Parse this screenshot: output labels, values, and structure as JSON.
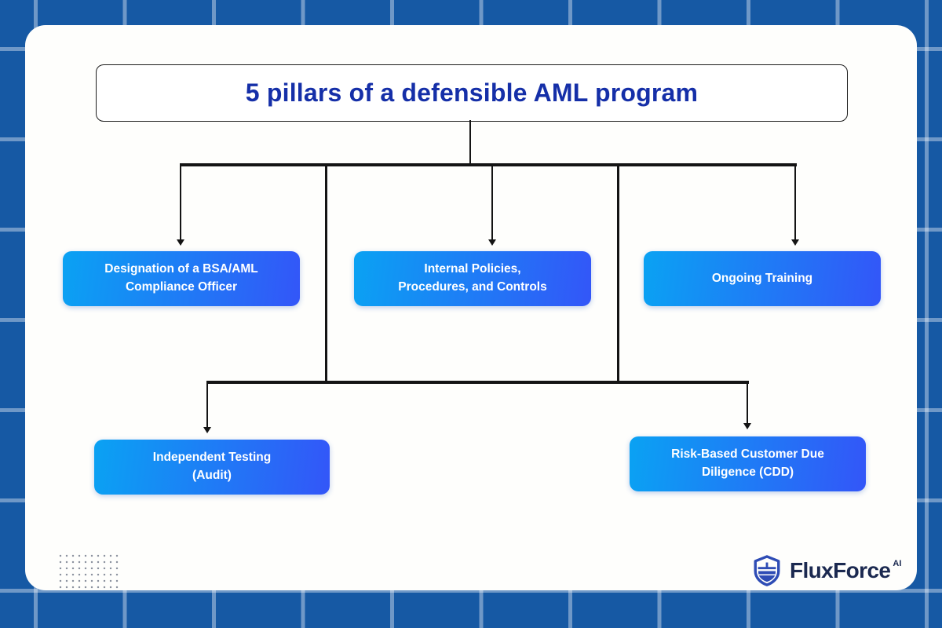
{
  "diagram": {
    "title": "5 pillars of a defensible AML program"
  },
  "pillars": [
    {
      "line1": "Designation of a BSA/AML",
      "line2": "Compliance Officer"
    },
    {
      "line1": "Internal Policies,",
      "line2": "Procedures, and Controls"
    },
    {
      "line1": "Ongoing Training",
      "line2": ""
    },
    {
      "line1": "Independent Testing",
      "line2": "(Audit)"
    },
    {
      "line1": "Risk-Based Customer Due",
      "line2": "Diligence (CDD)"
    }
  ],
  "branding": {
    "name": "FluxForce",
    "suffix": "AI",
    "icon": "shield-icon"
  },
  "colors": {
    "background": "#1659A4",
    "grid_line": "rgba(255,255,255,0.38)",
    "card": "#FEFEFC",
    "title_text": "#152FA8",
    "pillar_gradient_start": "#0AA2F3",
    "pillar_gradient_end": "#3356F8",
    "pillar_text": "#FFFFFF",
    "connector": "#141414",
    "brand_text": "#1B2950",
    "brand_icon": "#2E4CB5"
  }
}
